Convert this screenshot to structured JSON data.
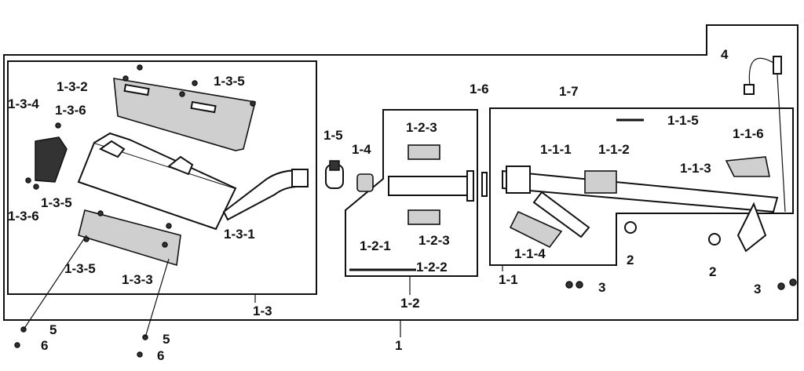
{
  "diagram": {
    "title": "Exhaust system parts diagram",
    "labels": {
      "l4": "4",
      "l132": "1-3-2",
      "l135a": "1-3-5",
      "l134": "1-3-4",
      "l136a": "1-3-6",
      "l135b": "1-3-5",
      "l136b": "1-3-6",
      "l135c": "1-3-5",
      "l133": "1-3-3",
      "l131": "1-3-1",
      "l13": "1-3",
      "l15": "1-5",
      "l14": "1-4",
      "l123a": "1-2-3",
      "l121": "1-2-1",
      "l123b": "1-2-3",
      "l122": "1-2-2",
      "l12": "1-2",
      "l16": "1-6",
      "l17": "1-7",
      "l115": "1-1-5",
      "l111": "1-1-1",
      "l112": "1-1-2",
      "l116": "1-1-6",
      "l113": "1-1-3",
      "l114": "1-1-4",
      "l2a": "2",
      "l2b": "2",
      "l3a": "3",
      "l3b": "3",
      "l11": "1-1",
      "l5a": "5",
      "l6a": "6",
      "l5b": "5",
      "l6b": "6",
      "l1": "1"
    }
  }
}
